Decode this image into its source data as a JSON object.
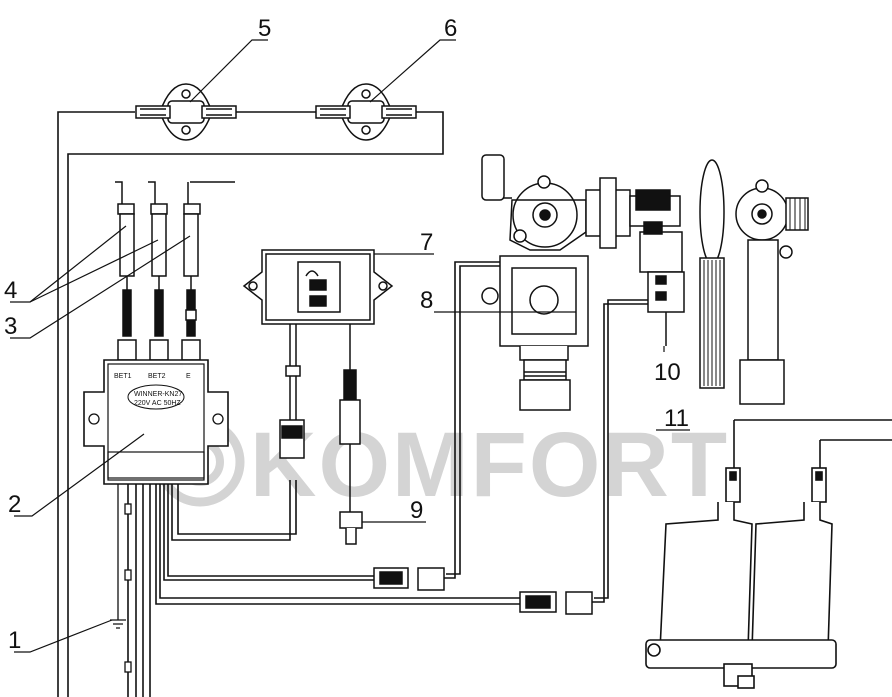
{
  "watermark": {
    "brand": "KOMFORT"
  },
  "callouts": [
    {
      "id": "1",
      "label": "1"
    },
    {
      "id": "2",
      "label": "2"
    },
    {
      "id": "3",
      "label": "3"
    },
    {
      "id": "4",
      "label": "4"
    },
    {
      "id": "5",
      "label": "5"
    },
    {
      "id": "6",
      "label": "6"
    },
    {
      "id": "7",
      "label": "7"
    },
    {
      "id": "8",
      "label": "8"
    },
    {
      "id": "9",
      "label": "9"
    },
    {
      "id": "10",
      "label": "10"
    },
    {
      "id": "11",
      "label": "11"
    }
  ],
  "ignition_unit": {
    "terminal_labels": [
      "BET1",
      "BET2",
      "E"
    ],
    "nameplate_line1": "WINNER-KN27",
    "nameplate_line2": "220V AC 50HZ"
  },
  "colors": {
    "line": "#111111",
    "watermark": "#d4d4d4"
  }
}
